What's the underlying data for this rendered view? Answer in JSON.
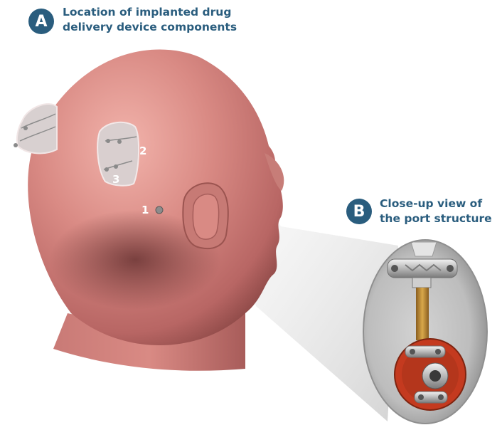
{
  "panel_a": {
    "badge": "A",
    "caption_line1": "Location of implanted drug",
    "caption_line2": "delivery device components"
  },
  "panel_b": {
    "badge": "B",
    "caption_line1": "Close-up view of",
    "caption_line2": "the port structure"
  },
  "markers": [
    "1",
    "2",
    "3"
  ],
  "colors": {
    "accent": "#2a5d7e",
    "head": "#d98a84",
    "head_shadow": "#8f4a48",
    "port_red": "#c43a1f",
    "catheter": "#c8943a"
  }
}
